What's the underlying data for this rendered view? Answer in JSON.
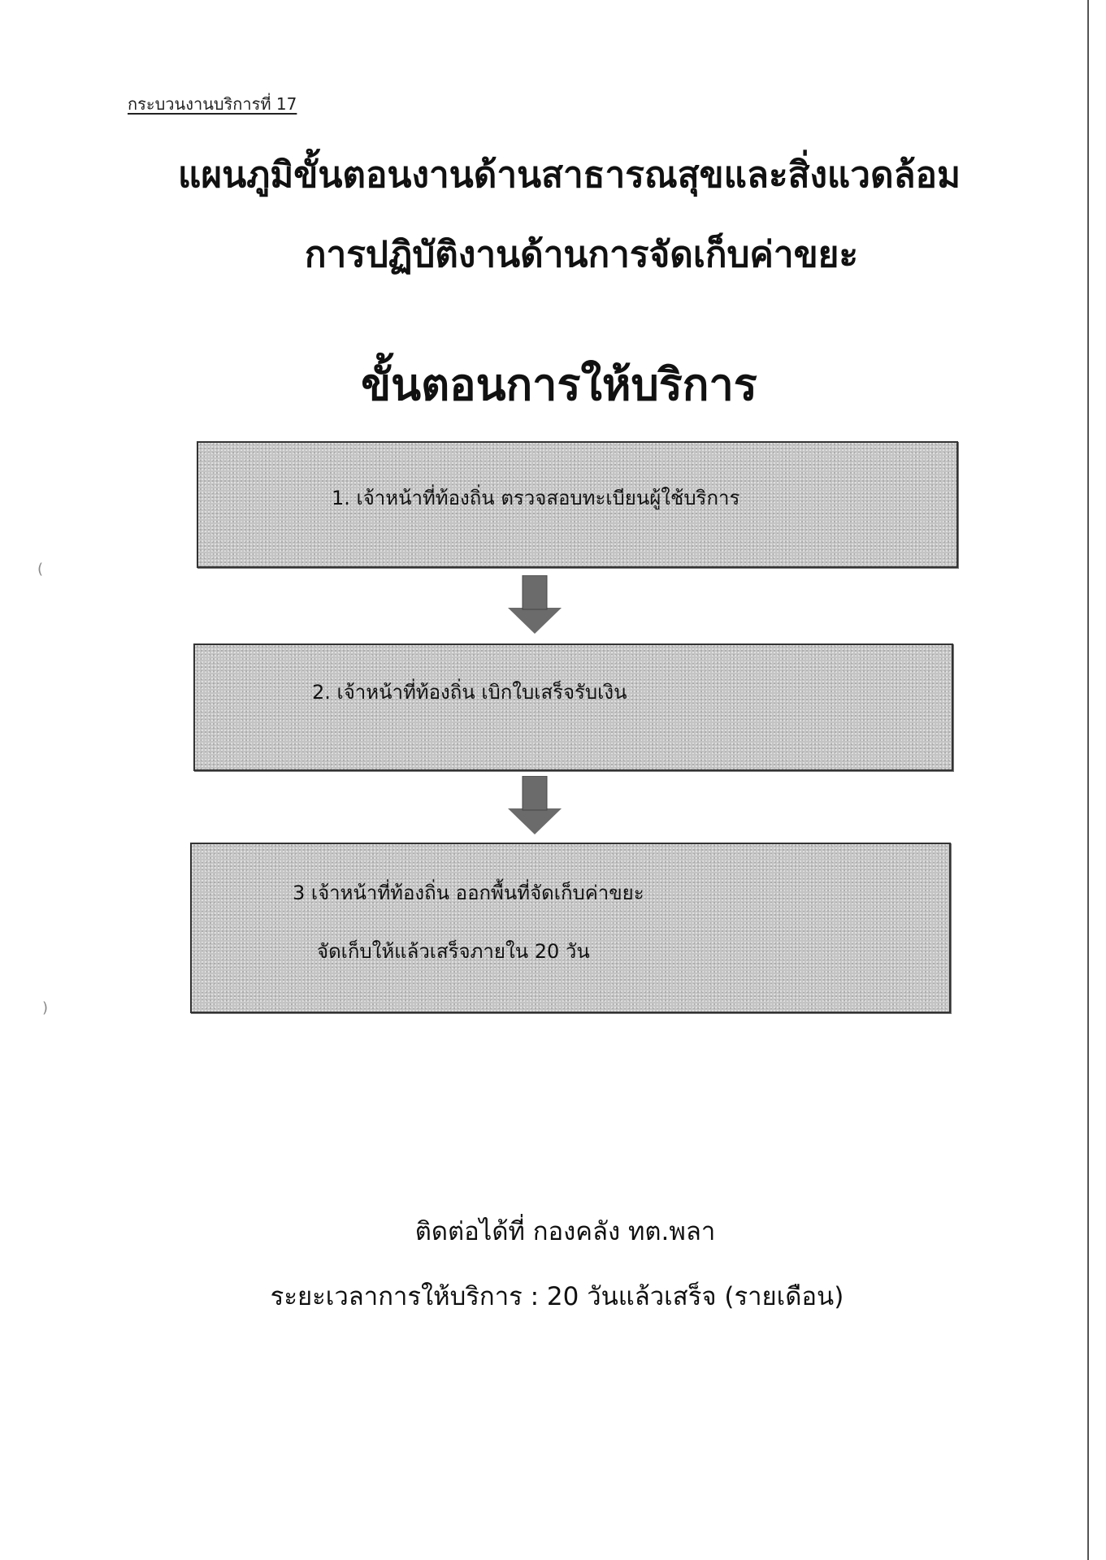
{
  "header": {
    "process_label": "กระบวนงานบริการที่ 17"
  },
  "titles": {
    "line1": "แผนภูมิขั้นตอนงานด้านสาธารณสุขและสิ่งแวดล้อม",
    "line2": "การปฏิบัติงานด้านการจัดเก็บค่าขยะ",
    "line3": "ขั้นตอนการให้บริการ"
  },
  "steps": [
    {
      "text": "1.  เจ้าหน้าที่ท้องถิ่น ตรวจสอบทะเบียนผู้ใช้บริการ"
    },
    {
      "text": "2.  เจ้าหน้าที่ท้องถิ่น เบิกใบเสร็จรับเงิน"
    },
    {
      "line_a": "3   เจ้าหน้าที่ท้องถิ่น ออกพื้นที่จัดเก็บค่าขยะ",
      "line_b": "จัดเก็บให้แล้วเสร็จภายใน 20 วัน"
    }
  ],
  "footer": {
    "contact": "ติดต่อได้ที่  กองคลัง ทต.พลา",
    "duration": "ระยะเวลาการให้บริการ : 20 วันแล้วเสร็จ (รายเดือน)"
  },
  "colors": {
    "box_fill": "#c4c4c4",
    "arrow_fill": "#6b6b6b"
  },
  "icons": {
    "arrow": "down-arrow-icon"
  }
}
